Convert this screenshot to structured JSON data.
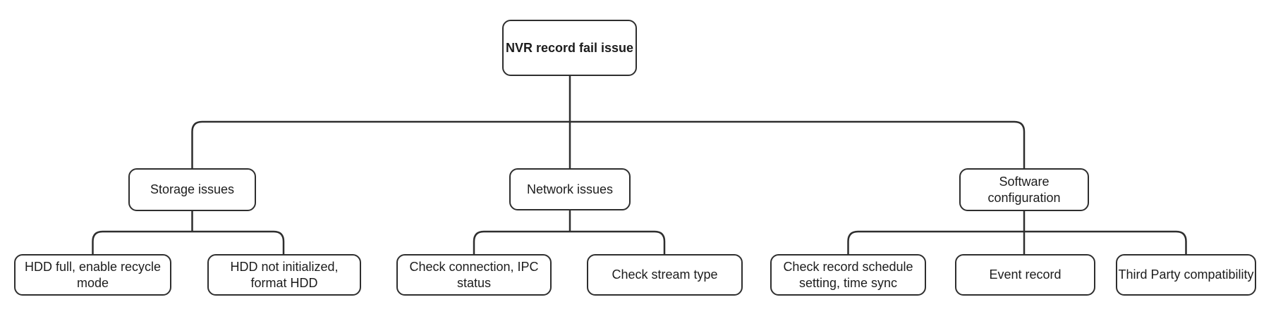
{
  "diagram": {
    "root": {
      "label": "NVR record fail issue"
    },
    "branches": [
      {
        "label": "Storage issues",
        "children": [
          {
            "label": "HDD full, enable recycle mode"
          },
          {
            "label": "HDD not initialized, format HDD"
          }
        ]
      },
      {
        "label": "Network issues",
        "children": [
          {
            "label": "Check connection, IPC status"
          },
          {
            "label": "Check stream type"
          }
        ]
      },
      {
        "label": "Software configuration",
        "children": [
          {
            "label": "Check record schedule setting, time sync"
          },
          {
            "label": "Event record"
          },
          {
            "label": "Third Party compatibility"
          }
        ]
      }
    ]
  },
  "colors": {
    "line": "#2e2e2e",
    "box_fill": "#ffffff",
    "text": "#1c1c1c",
    "background": "#ffffff"
  }
}
